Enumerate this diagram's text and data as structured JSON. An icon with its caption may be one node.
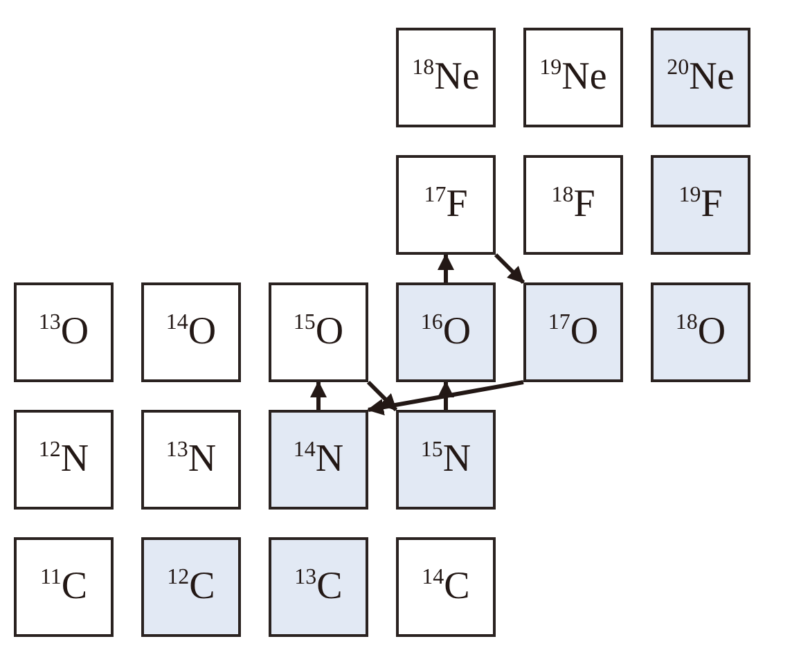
{
  "diagram": {
    "nodes": [
      {
        "text": [
          "$^{18}$Ne"
        ]
      },
      {
        "text": [
          "$^{19}$Ne"
        ]
      },
      {
        "text": [
          "$^{20}$Ne"
        ]
      },
      {
        "text": [
          "$^{17}$F"
        ]
      },
      {
        "text": [
          "$^{18}$F"
        ]
      },
      {
        "text": [
          "$^{19}$F"
        ]
      },
      {
        "text": [
          "$^{13}$O"
        ]
      },
      {
        "text": [
          "$^{14}$O"
        ]
      },
      {
        "text": [
          "$^{15}$O"
        ]
      },
      {
        "text": [
          "$^{16}$O"
        ]
      },
      {
        "text": [
          "$^{17}$O"
        ]
      },
      {
        "text": [
          "$^{18}$O"
        ]
      },
      {
        "text": [
          "$^{12}$N"
        ]
      },
      {
        "text": [
          "$^{13}$N"
        ]
      },
      {
        "text": [
          "$^{14}$N"
        ]
      },
      {
        "text": [
          "$^{15}$N"
        ]
      },
      {
        "text": [
          "$^{11}$C"
        ]
      },
      {
        "text": [
          "$^{12}$C"
        ]
      },
      {
        "text": [
          "$^{13}$C"
        ]
      },
      {
        "text": [
          "$^{14}$C"
        ]
      }
    ],
    "edges": [
      {
        "from": 14,
        "to": 8,
        "arrow": "to"
      },
      {
        "from": 8,
        "to": 15,
        "arrow": "to"
      },
      {
        "from": 15,
        "to": 9,
        "arrow": "to"
      },
      {
        "from": 9,
        "to": 3,
        "arrow": "to"
      },
      {
        "from": 3,
        "to": 10,
        "arrow": "to"
      },
      {
        "from": 10,
        "to": 14,
        "arrow": "to"
      }
    ]
  }
}
